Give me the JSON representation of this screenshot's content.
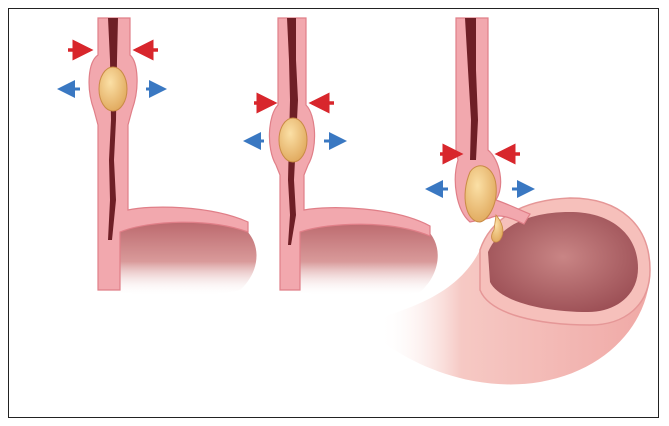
{
  "figure": {
    "description_visible_text": "",
    "panels": [
      {
        "id": "stage-1",
        "stage": 1,
        "bolus_color": "#f0c27a"
      },
      {
        "id": "stage-2",
        "stage": 2,
        "bolus_color": "#f0c27a"
      },
      {
        "id": "stage-3",
        "stage": 3,
        "bolus_color": "#f0c27a"
      }
    ],
    "colors": {
      "constriction_arrow": "#d8262c",
      "relaxation_arrow": "#3a78c2",
      "esophagus_wall": "#f2a8ae",
      "esophagus_lumen": "#6e1f26",
      "stomach_interior": "#b86c6f",
      "stomach_outer": "#f3b7b2",
      "frame": "#222222"
    }
  }
}
